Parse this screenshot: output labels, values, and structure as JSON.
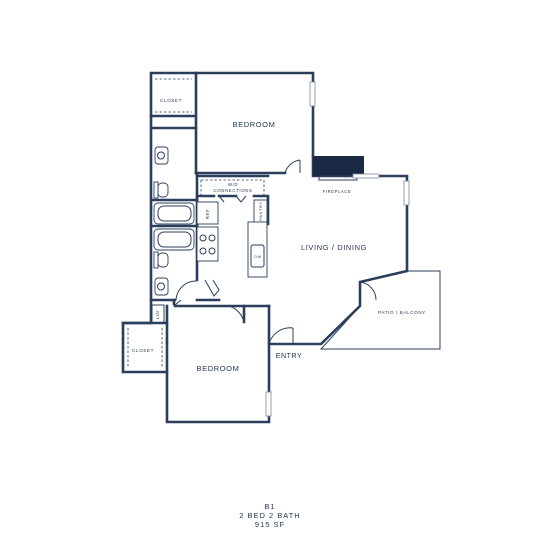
{
  "plan": {
    "rooms": {
      "bedroom_top": "BEDROOM",
      "bedroom_bottom": "BEDROOM",
      "living_dining": "LIVING / DINING",
      "patio_balcony": "PATIO / BALCONY",
      "entry": "ENTRY",
      "fireplace": "FIREPLACE",
      "wd_line1": "W/D",
      "wd_line2": "CONNECTIONS",
      "pantry": "PANTRY",
      "refrigerator": "REF",
      "dishwasher": "DW",
      "linen": "LIN",
      "closet_top": "CLOSET",
      "closet_bottom": "CLOSET"
    }
  },
  "caption": {
    "unit": "B1",
    "beds_baths": "2 BED 2 BATH",
    "area": "915 SF"
  },
  "colors": {
    "wall": "#2b3f5c",
    "text": "#1f3553",
    "fireplace": "#1b2a44"
  }
}
